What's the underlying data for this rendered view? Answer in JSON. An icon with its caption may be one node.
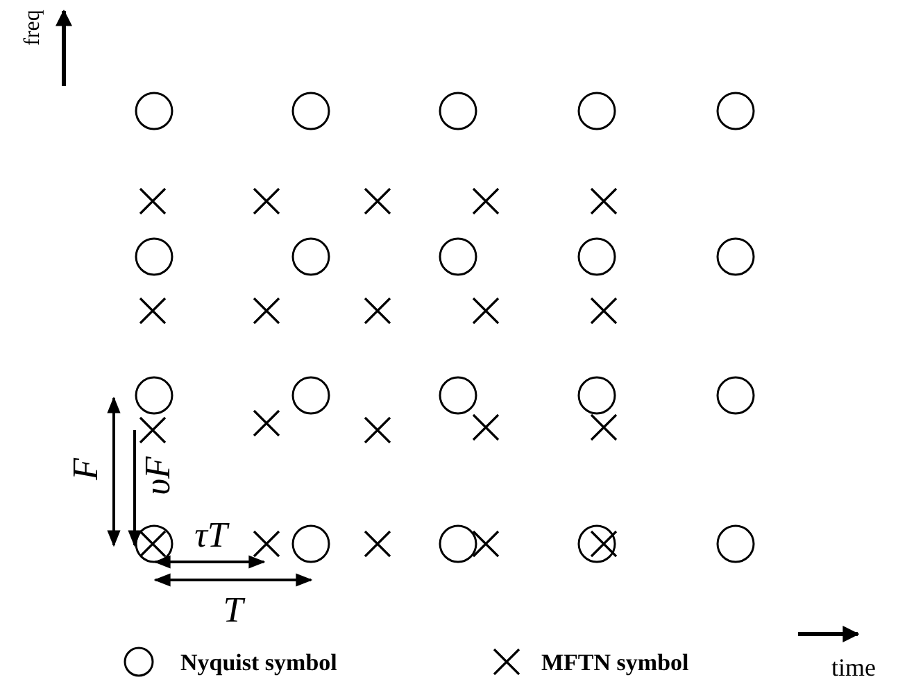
{
  "diagram": {
    "labels": [
      "freq",
      "F",
      "υF",
      "τT",
      "T",
      "time"
    ],
    "legend": [
      {
        "text": "Nyquist symbol"
      },
      {
        "text": "MFTN symbol"
      }
    ]
  }
}
